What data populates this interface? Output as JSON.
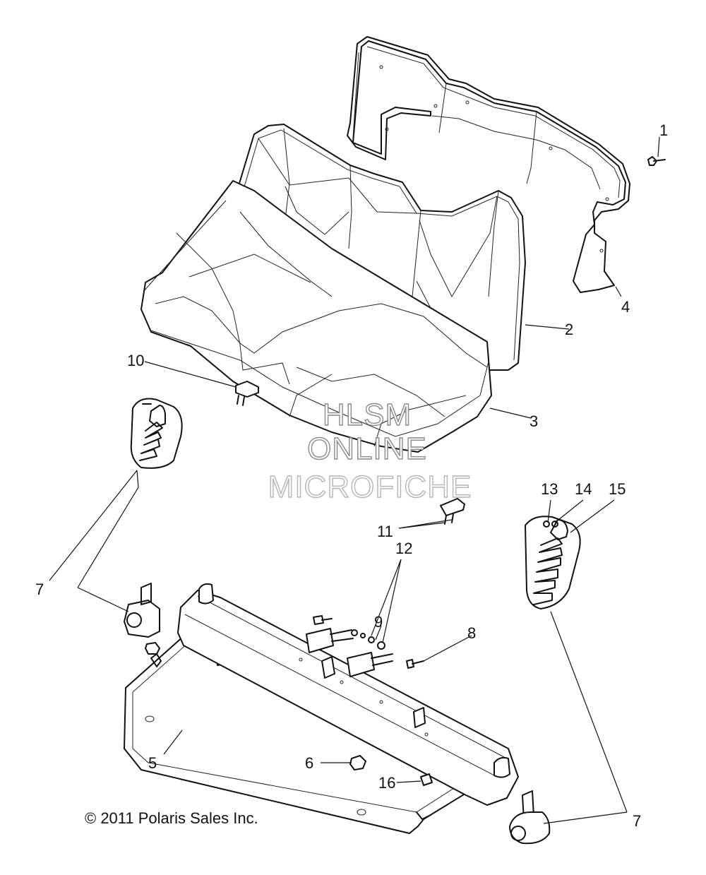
{
  "watermark": {
    "line1": "HLSM",
    "line2": "ONLINE",
    "line3": "MICROFICHE"
  },
  "copyright": "© 2011 Polaris Sales Inc.",
  "callouts": {
    "c1": "1",
    "c2": "2",
    "c3": "3",
    "c4": "4",
    "c5": "5",
    "c6": "6",
    "c7a": "7",
    "c7b": "7",
    "c8": "8",
    "c9": "9",
    "c10": "10",
    "c11": "11",
    "c12": "12",
    "c13": "13",
    "c14": "14",
    "c15": "15",
    "c16": "16"
  }
}
